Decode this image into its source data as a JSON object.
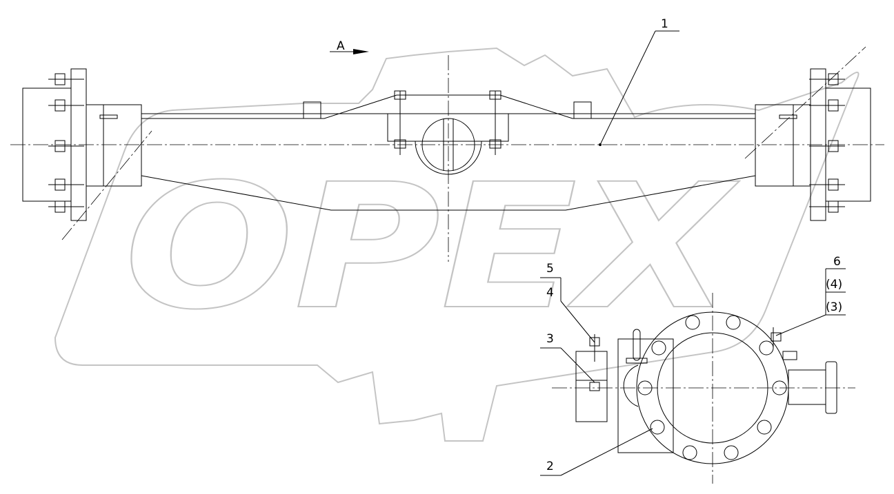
{
  "watermark": {
    "text": "OPEX",
    "color": "#c4c4c4"
  },
  "view_label": "A",
  "callouts": {
    "c1": "1",
    "c2": "2",
    "c3": "3",
    "c4": "4",
    "c5": "5",
    "c6": "6",
    "c6_sub1": "(4)",
    "c6_sub2": "(3)"
  }
}
